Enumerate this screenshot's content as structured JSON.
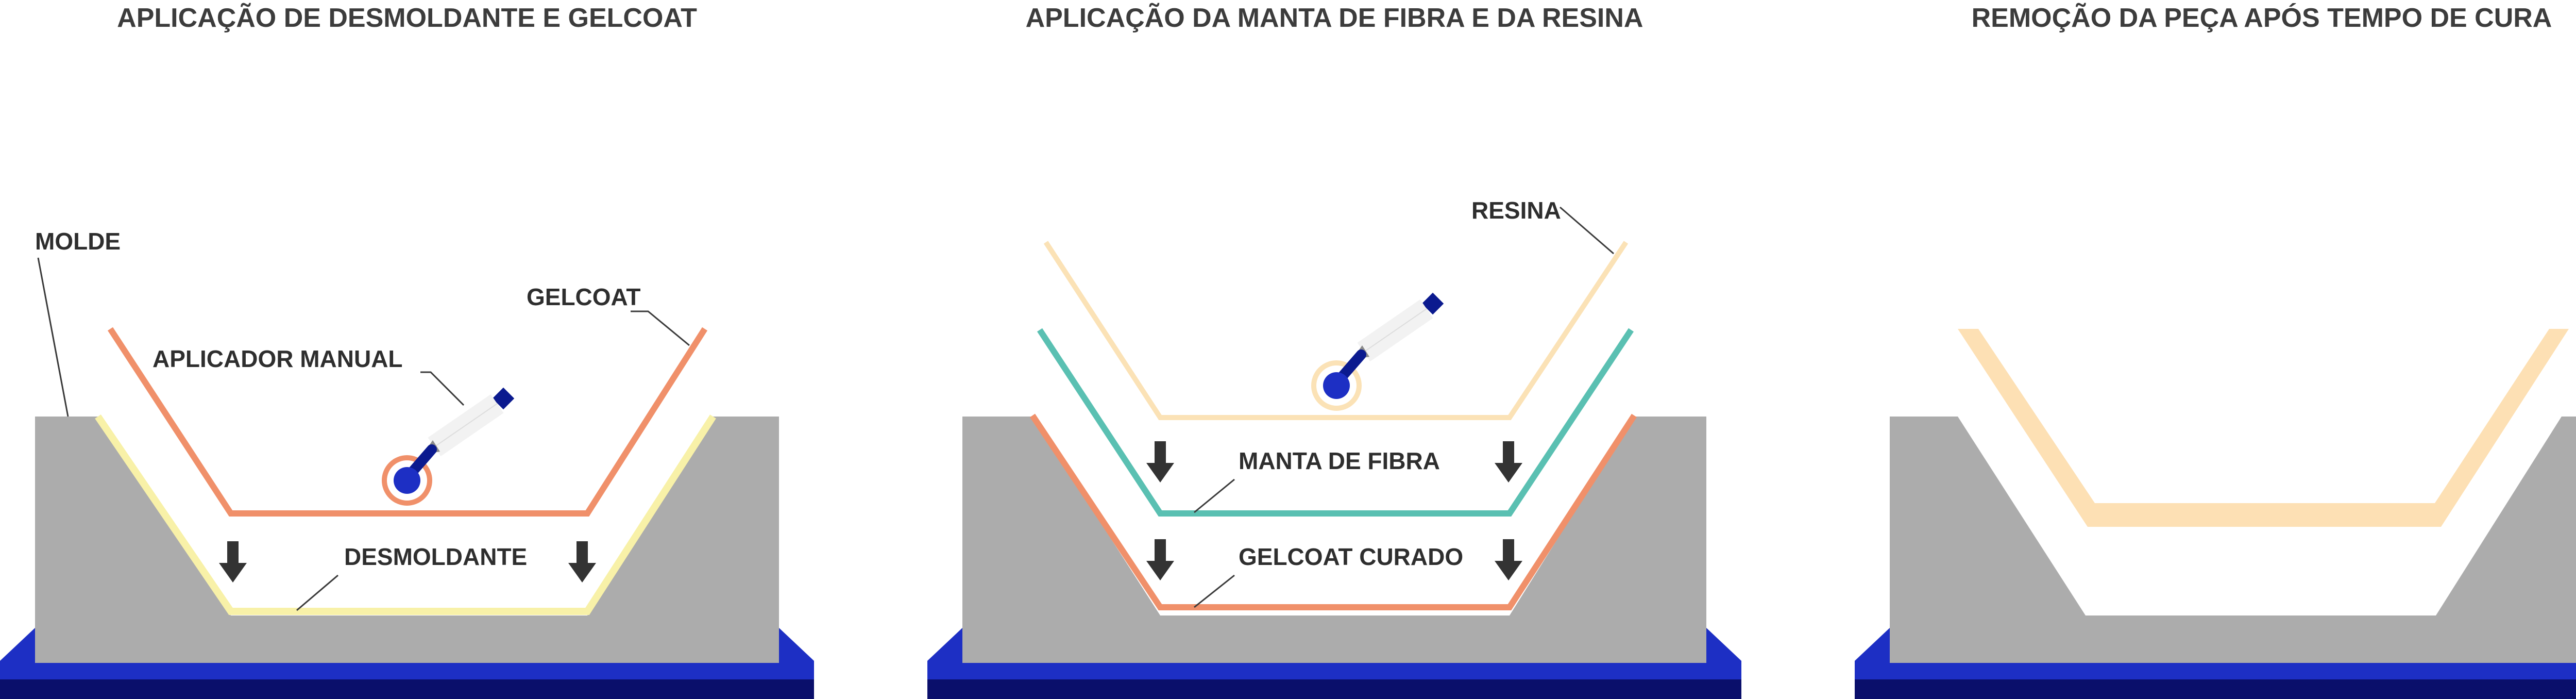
{
  "colors": {
    "mold": "#acacac",
    "base_top": "#1d2fc4",
    "base_bottom": "#0a0f6b",
    "gelcoat": "#f0906a",
    "desmoldante": "#f8f1a8",
    "resina": "#fbe2b6",
    "manta": "#5ac0b2",
    "arrow": "#333333",
    "applicator_head": "#0b1a8f",
    "applicator_handle": "#f2f2f2",
    "applicator_metal": "#8a8a8a"
  },
  "panels": [
    {
      "title": "APLICAÇÃO DE DESMOLDANTE E GELCOAT",
      "labels": {
        "molde": "MOLDE",
        "gelcoat": "GELCOAT",
        "aplicador": "APLICADOR MANUAL",
        "desmoldante": "DESMOLDANTE"
      },
      "icons": [
        "roller-applicator-icon",
        "down-arrow-icon"
      ]
    },
    {
      "title": "APLICAÇÃO DA MANTA DE FIBRA E DA RESINA",
      "labels": {
        "resina": "RESINA",
        "manta": "MANTA DE FIBRA",
        "gelcoat_curado": "GELCOAT CURADO"
      },
      "icons": [
        "roller-applicator-icon",
        "down-arrow-icon"
      ]
    },
    {
      "title": "REMOÇÃO DA PEÇA APÓS TEMPO DE CURA",
      "labels": {},
      "icons": []
    }
  ]
}
